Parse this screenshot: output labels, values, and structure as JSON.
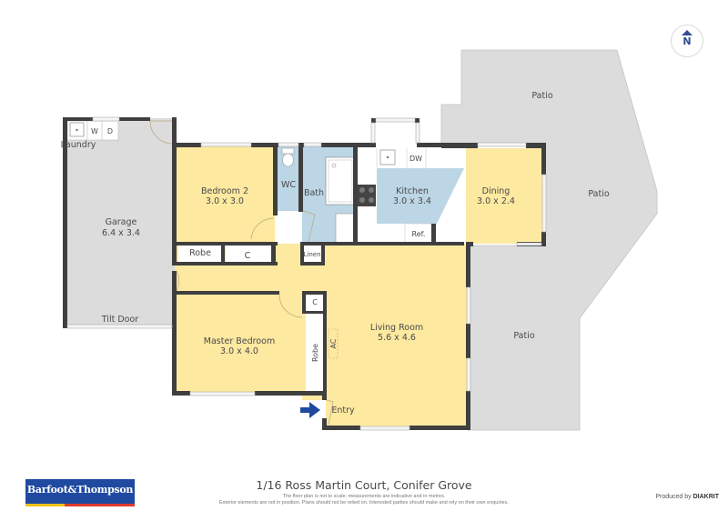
{
  "address": "1/16 Ross Martin Court, Conifer Grove",
  "disclaimer_line1": "The floor plan is not to scale; measurements are indicative and in metres.",
  "disclaimer_line2": "Exterior elements are not in position. Plans should not be relied on. Interested parties should make and rely on their own enquiries.",
  "produced_by_prefix": "Produced by",
  "produced_by_brand": "DIAKRIT",
  "agency_logo_text": "Barfoot&Thompson",
  "compass": {
    "icon": "north-arrow-icon",
    "label": "N"
  },
  "colors": {
    "living": "#fde9a0",
    "wet": "#bcd6e6",
    "outdoor": "#dcdcdc",
    "wall": "#3f3f3f",
    "brand_blue": "#1f4aa0",
    "compass_blue": "#2f4d91"
  },
  "rooms": {
    "garage": {
      "name": "Garage",
      "size": "6.4 x 3.4"
    },
    "laundry": {
      "name": "Laundry",
      "washer": "W",
      "dryer": "D"
    },
    "tilt_door": "Tilt Door",
    "bedroom2": {
      "name": "Bedroom 2",
      "size": "3.0 x 3.0"
    },
    "robe1": "Robe",
    "closet1": "C",
    "wc": "WC",
    "bath": "Bath",
    "linen": "Linen",
    "kitchen": {
      "name": "Kitchen",
      "size": "3.0 x 3.4",
      "dishwasher": "DW",
      "fridge": "Ref."
    },
    "dining": {
      "name": "Dining",
      "size": "3.0 x 2.4"
    },
    "master": {
      "name": "Master Bedroom",
      "size": "3.0 x 4.0"
    },
    "robe2": "Robe",
    "closet2": "C",
    "ac": "AC",
    "living": {
      "name": "Living Room",
      "size": "5.6 x 4.6"
    },
    "entry": "Entry",
    "patio_top": "Patio",
    "patio_right": "Patio",
    "patio_bottom": "Patio"
  }
}
